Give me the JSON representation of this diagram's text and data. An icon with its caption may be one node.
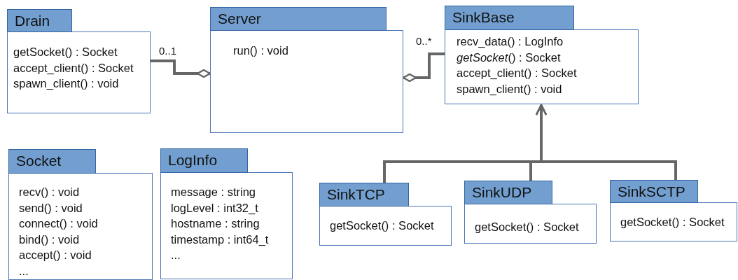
{
  "diagram": {
    "nodes": [
      {
        "text": [
          "Drain",
          "getSocket() : Socket",
          "accept_client() : Socket",
          "spawn_client() : void"
        ]
      },
      {
        "text": [
          "Server",
          "run() : void"
        ]
      },
      {
        "text": [
          "SinkBase",
          "recv_data() : LogInfo",
          "*getSocket*() : Socket",
          "accept_client() : Socket",
          "spawn_client() : void"
        ]
      },
      {
        "text": [
          "Socket",
          "recv() : void",
          "send() : void",
          "connect() : void",
          "bind() : void",
          "accept() : void",
          "..."
        ]
      },
      {
        "text": [
          "LogInfo",
          "message : string",
          "logLevel : int32_t",
          "hostname : string",
          "timestamp : int64_t",
          "..."
        ]
      },
      {
        "text": [
          "SinkTCP",
          "getSocket() : Socket"
        ]
      },
      {
        "text": [
          "SinkUDP",
          "getSocket() : Socket"
        ]
      },
      {
        "text": [
          "SinkSCTP",
          "getSocket() : Socket"
        ]
      }
    ],
    "edges": [
      {
        "from": 0,
        "to": 1,
        "arrow": "other",
        "label": "0..1"
      },
      {
        "from": 2,
        "to": 1,
        "arrow": "other",
        "label": "0..*"
      },
      {
        "from": 5,
        "to": 2,
        "arrow": "to"
      },
      {
        "from": 6,
        "to": 2,
        "arrow": "to"
      },
      {
        "from": 7,
        "to": 2,
        "arrow": "to"
      }
    ]
  }
}
